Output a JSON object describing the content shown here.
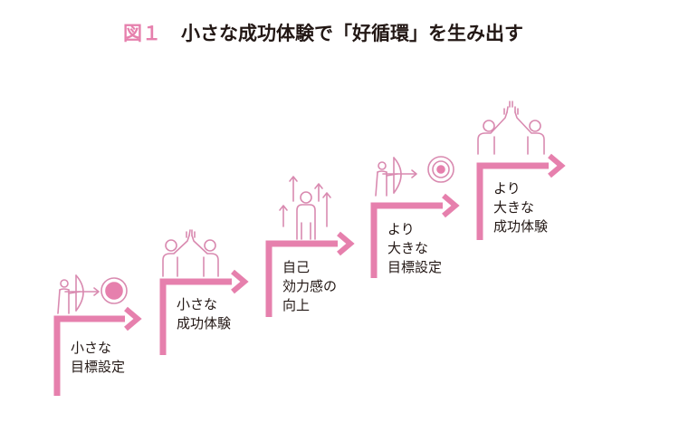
{
  "title": {
    "figure_label": "図１",
    "text": "小さな成功体験で「好循環」を生み出す"
  },
  "colors": {
    "accent": "#e680ad",
    "text": "#231815",
    "icon_stroke": "#d98ab0"
  },
  "steps": [
    {
      "lines": [
        "小さな",
        "目標設定"
      ],
      "icon": "archer-target-icon"
    },
    {
      "lines": [
        "小さな",
        "成功体験"
      ],
      "icon": "high-five-icon"
    },
    {
      "lines": [
        "自己",
        "効力感の",
        "向上"
      ],
      "icon": "person-growth-arrows-icon"
    },
    {
      "lines": [
        "より",
        "大きな",
        "目標設定"
      ],
      "icon": "archer-target-icon"
    },
    {
      "lines": [
        "より",
        "大きな",
        "成功体験"
      ],
      "icon": "high-five-icon"
    }
  ]
}
